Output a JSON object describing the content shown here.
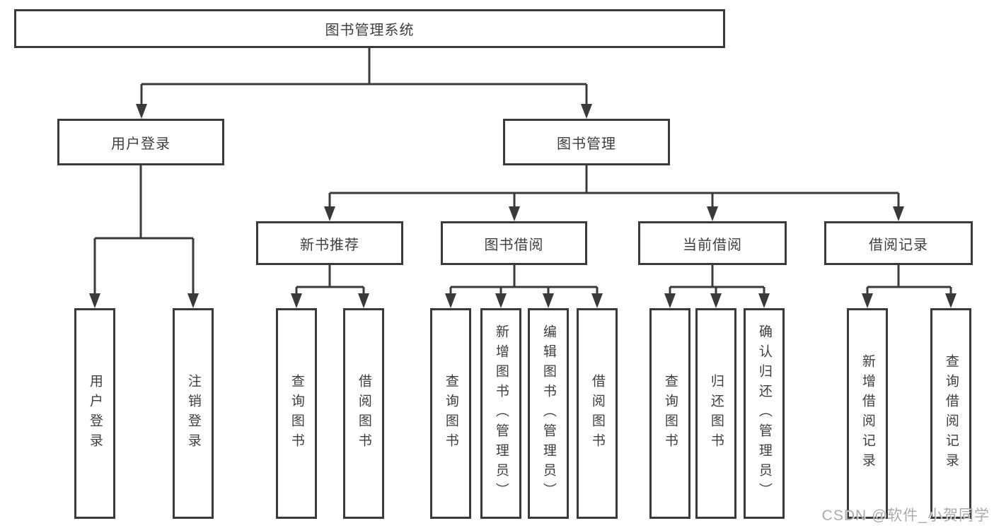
{
  "diagram": {
    "title": "图书管理系统",
    "branches": [
      {
        "label": "用户登录",
        "leaves": [
          "用户登录",
          "注销登录"
        ]
      },
      {
        "label": "图书管理",
        "children": [
          {
            "label": "新书推荐",
            "leaves": [
              "查询图书",
              "借阅图书"
            ]
          },
          {
            "label": "图书借阅",
            "leaves": [
              "查询图书",
              "新增图书（管理员）",
              "编辑图书（管理员）",
              "借阅图书"
            ]
          },
          {
            "label": "当前借阅",
            "leaves": [
              "查询图书",
              "归还图书",
              "确认归还（管理员）"
            ]
          },
          {
            "label": "借阅记录",
            "leaves": [
              "新增借阅记录",
              "查询借阅记录"
            ]
          }
        ]
      }
    ]
  },
  "watermark": "CSDN @软件_小贺同学",
  "colors": {
    "line": "#3a3a3a",
    "box_border": "#3a3a3a",
    "box_background": "#ffffff",
    "text": "#3d4043",
    "watermark": "#8f959a"
  }
}
